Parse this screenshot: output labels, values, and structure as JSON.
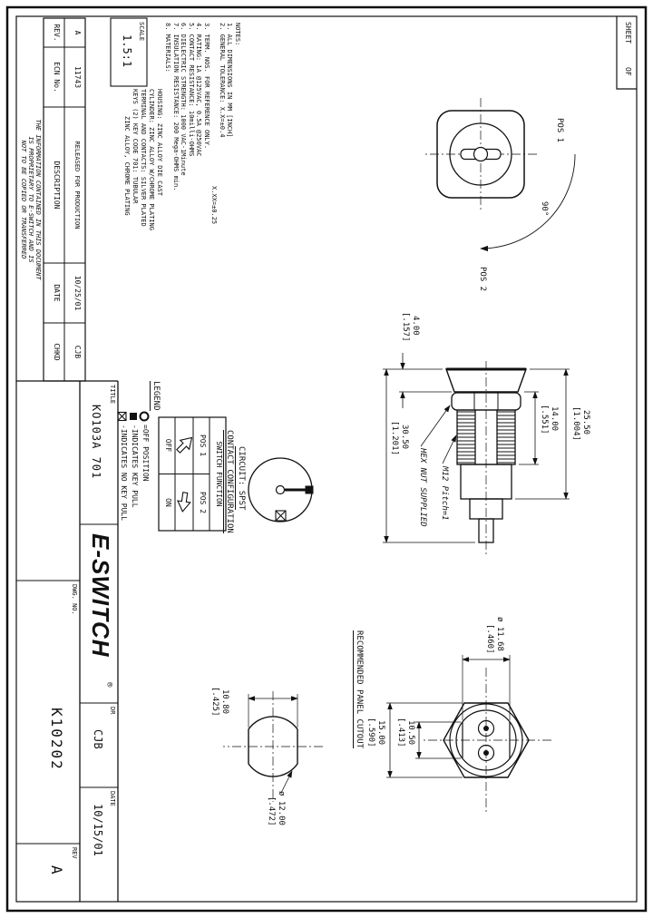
{
  "sheet_corner": {
    "sheet_label": "SHEET",
    "of_label": "OF"
  },
  "notes": {
    "lines": [
      "NOTES:",
      "1. ALL DIMENSIONS IN MM [INCH]",
      "2. GENERAL TOLERANCE: X.X=±0.4",
      "X.XX=±0.25",
      "3. TERM. NOS. FOR REFERENCE ONLY.",
      "4. RATING: 1A @125VAC, 0.5A @250VAC",
      "5. CONTACT RESISTANCE: 10milli-OHMS",
      "6. DIELECTRIC STRENGTH: 1000 VAC-1Minute",
      "7. INSULATION RESISTANCE: 200 Mega-OHMS min.",
      "8. MATERIALS:",
      "HOUSING: ZINC ALLOY DIE CAST",
      "CYLINDER: ZINC ALLOY W/CHROME PLATING",
      "TERMINAL AND CONTACTS: SILVER PLATED",
      "KEYS (2) KEY CODE 701: TUBULAR",
      "ZINC ALLOY, CHROME PLATING"
    ]
  },
  "legend": {
    "title": "LEGEND",
    "item1": "=OFF POSITION",
    "item2": "-INDICATES KEY PULL",
    "item3": "-INDICATES NO KEY PULL"
  },
  "front_view": {
    "pos1": "POS 1",
    "pos2": "POS 2",
    "angle": "90°"
  },
  "side_view": {
    "dim_2550_mm": "25.50",
    "dim_2550_in": "[1.004]",
    "dim_1400_mm": "14.00",
    "dim_1400_in": "[.551]",
    "dim_3050_mm": "30.50",
    "dim_3050_in": "[1.201]",
    "dim_400_mm": "4.00",
    "dim_400_in": "[.157]",
    "hex_nut_note": "HEX NUT SUPPLIED",
    "thread_note": "M12 Pitch=1"
  },
  "rear_view": {
    "dim_1168_mm": "ø 11.68",
    "dim_1168_in": "[.460]",
    "dim_1050_mm": "10.50",
    "dim_1050_in": "[.413]",
    "dim_1500_mm": "15.00",
    "dim_1500_in": "[.590]"
  },
  "cutout_view": {
    "title": "RECOMMENDED PANEL CUTOUT",
    "dim_1080_mm": "10.80",
    "dim_1080_in": "[.425]",
    "dim_1200_mm": "ø 12.00",
    "dim_1200_in": "[.472]"
  },
  "circuit": {
    "line1": "CIRCUIT: SPST",
    "line2": "CONTACT CONFIGURATION"
  },
  "function_table": {
    "header": "SWITCH FUNCTION",
    "col1": "POS 1",
    "col2": "POS 2",
    "val1": "OFF",
    "val2": "ON"
  },
  "revision_table": {
    "headers": [
      "REV.",
      "ECN No.",
      "DESCRIPTION",
      "DATE",
      "CHKD"
    ],
    "entry": [
      "A",
      "11743",
      "RELEASED FOR PRODUCTION",
      "10/25/01",
      "CJB"
    ]
  },
  "proprietary": [
    "THE INFORMATION CONTAINED IN THIS DOCUMENT",
    "IS PROPRIETARY TO E-SWITCH AND IS",
    "NOT TO BE COPIED OR TRANSFERRED"
  ],
  "title_block": {
    "scale_label": "SCALE",
    "scale": "1.5:1",
    "title_label": "TITLE",
    "title": "KO103A 701",
    "logo": "E-SWITCH",
    "reg": "®",
    "dr_label": "DR",
    "dr": "CJB",
    "date_label": "DATE",
    "date": "10/15/01",
    "dwg_label": "DWG. NO.",
    "dwg": "K10202",
    "rev_label": "REV",
    "rev": "A"
  }
}
